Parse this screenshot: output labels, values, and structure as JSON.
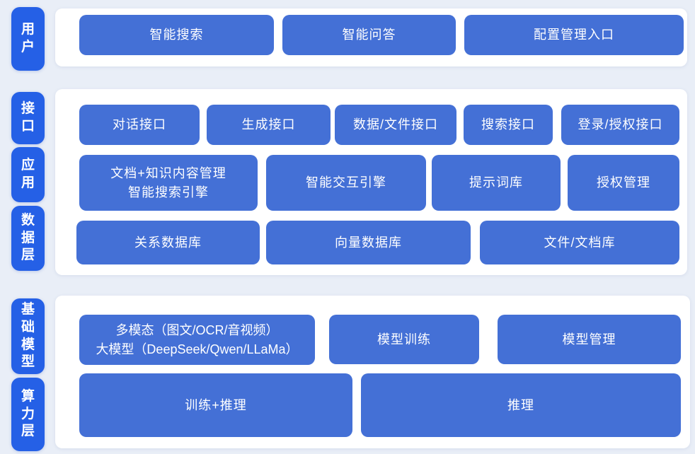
{
  "colors": {
    "page_background": "#e9eef7",
    "panel_background": "#ffffff",
    "layer_chip_blue": "#2560e6",
    "block_blue": "#4470d6",
    "text": "#ffffff"
  },
  "sections": [
    {
      "name": "user-layer",
      "chips": [
        {
          "label": "用户"
        }
      ],
      "rows": [
        {
          "buttons": [
            {
              "lines": [
                "智能搜索"
              ]
            },
            {
              "lines": [
                "智能问答"
              ]
            },
            {
              "lines": [
                "配置管理入口"
              ]
            }
          ]
        }
      ]
    },
    {
      "name": "interface-application-data-layer",
      "chips": [
        {
          "label": "接口"
        },
        {
          "label": "应用"
        },
        {
          "label": "数据层"
        }
      ],
      "rows": [
        {
          "buttons": [
            {
              "lines": [
                "对话接口"
              ]
            },
            {
              "lines": [
                "生成接口"
              ]
            },
            {
              "lines": [
                "数据/文件接口"
              ]
            },
            {
              "lines": [
                "搜索接口"
              ]
            },
            {
              "lines": [
                "登录/授权接口"
              ]
            }
          ]
        },
        {
          "buttons": [
            {
              "lines": [
                "文档+知识内容管理",
                "智能搜索引擎"
              ]
            },
            {
              "lines": [
                "智能交互引擎"
              ]
            },
            {
              "lines": [
                "提示词库"
              ]
            },
            {
              "lines": [
                "授权管理"
              ]
            }
          ]
        },
        {
          "buttons": [
            {
              "lines": [
                "关系数据库"
              ]
            },
            {
              "lines": [
                "向量数据库"
              ]
            },
            {
              "lines": [
                "文件/文档库"
              ]
            }
          ]
        }
      ]
    },
    {
      "name": "foundation-model-compute-layer",
      "chips": [
        {
          "label": "基础模型"
        },
        {
          "label": "算力层"
        }
      ],
      "rows": [
        {
          "buttons": [
            {
              "lines": [
                "多模态（图文/OCR/音视频）",
                "大模型（DeepSeek/Qwen/LLaMa）"
              ]
            },
            {
              "lines": [
                "模型训练"
              ]
            },
            {
              "lines": [
                "模型管理"
              ]
            }
          ]
        },
        {
          "buttons": [
            {
              "lines": [
                "训练+推理"
              ]
            },
            {
              "lines": [
                "推理"
              ]
            }
          ]
        }
      ]
    }
  ]
}
